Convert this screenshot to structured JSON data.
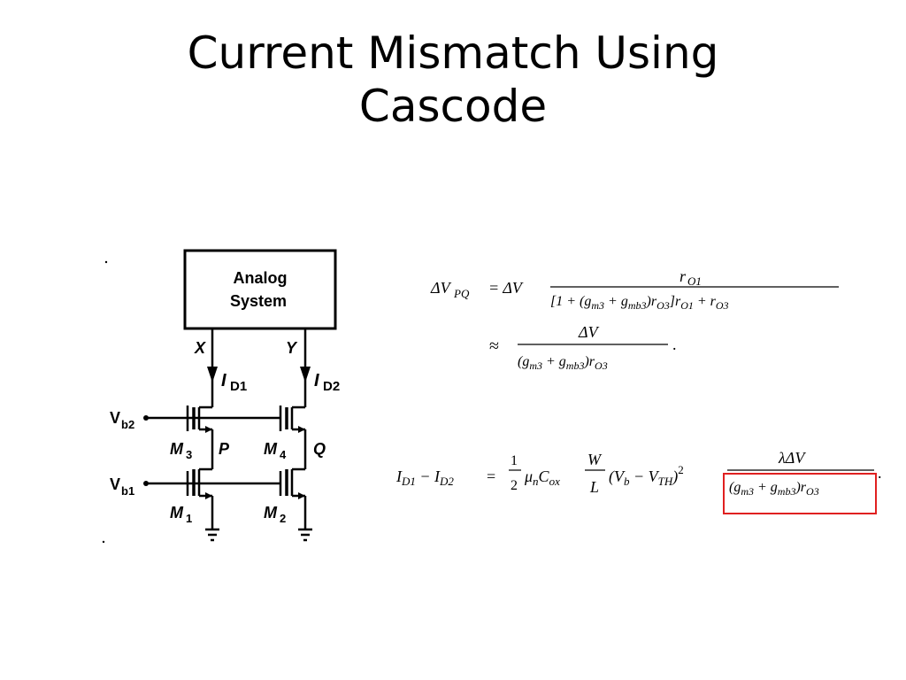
{
  "slide": {
    "title_line1": "Current Mismatch Using",
    "title_line2": "Cascode"
  },
  "circuit": {
    "box_line1": "Analog",
    "box_line2": "System",
    "node_x": "X",
    "node_y": "Y",
    "current_1": "I",
    "current_1_sub": "D1",
    "current_2": "I",
    "current_2_sub": "D2",
    "vb2": "V",
    "vb2_sub": "b2",
    "vb1": "V",
    "vb1_sub": "b1",
    "m3": "M",
    "m3_sub": "3",
    "m4": "M",
    "m4_sub": "4",
    "m1": "M",
    "m1_sub": "1",
    "m2": "M",
    "m2_sub": "2",
    "node_p": "P",
    "node_q": "Q"
  },
  "equations": {
    "eq1_lhs": "ΔV",
    "eq1_lhs_sub": "PQ",
    "eq1_eq": "= ΔV",
    "eq1_num": "r",
    "eq1_num_sub": "O1",
    "eq1_den": "[1 + (g",
    "eq1_den_a": "m3",
    "eq1_den_b": " + g",
    "eq1_den_c": "mb3",
    "eq1_den_d": ")r",
    "eq1_den_e": "O3",
    "eq1_den_f": "]r",
    "eq1_den_g": "O1",
    "eq1_den_h": " + r",
    "eq1_den_i": "O3",
    "eq2_approx": "≈",
    "eq2_num": "ΔV",
    "eq2_den": "(g",
    "eq2_den_a": "m3",
    "eq2_den_b": " + g",
    "eq2_den_c": "mb3",
    "eq2_den_d": ")r",
    "eq2_den_e": "O3",
    "eq2_end": ".",
    "eq3_lhs": "I",
    "eq3_lhs_a": "D1",
    "eq3_lhs_b": " − I",
    "eq3_lhs_c": "D2",
    "eq3_eq": "=",
    "eq3_half_num": "1",
    "eq3_half_den": "2",
    "eq3_mu": "μ",
    "eq3_mu_sub": "n",
    "eq3_c": "C",
    "eq3_c_sub": "ox",
    "eq3_w": "W",
    "eq3_l": "L",
    "eq3_paren": "(V",
    "eq3_paren_a": "b",
    "eq3_paren_b": " − V",
    "eq3_paren_c": "TH",
    "eq3_paren_d": ")",
    "eq3_sq": "2",
    "eq3_frac_num": "λΔV",
    "eq3_frac_den": "(g",
    "eq3_frac_den_a": "m3",
    "eq3_frac_den_b": " + g",
    "eq3_frac_den_c": "mb3",
    "eq3_frac_den_d": ")r",
    "eq3_frac_den_e": "O3",
    "eq3_end": "."
  },
  "colors": {
    "highlight": "#e02020"
  }
}
